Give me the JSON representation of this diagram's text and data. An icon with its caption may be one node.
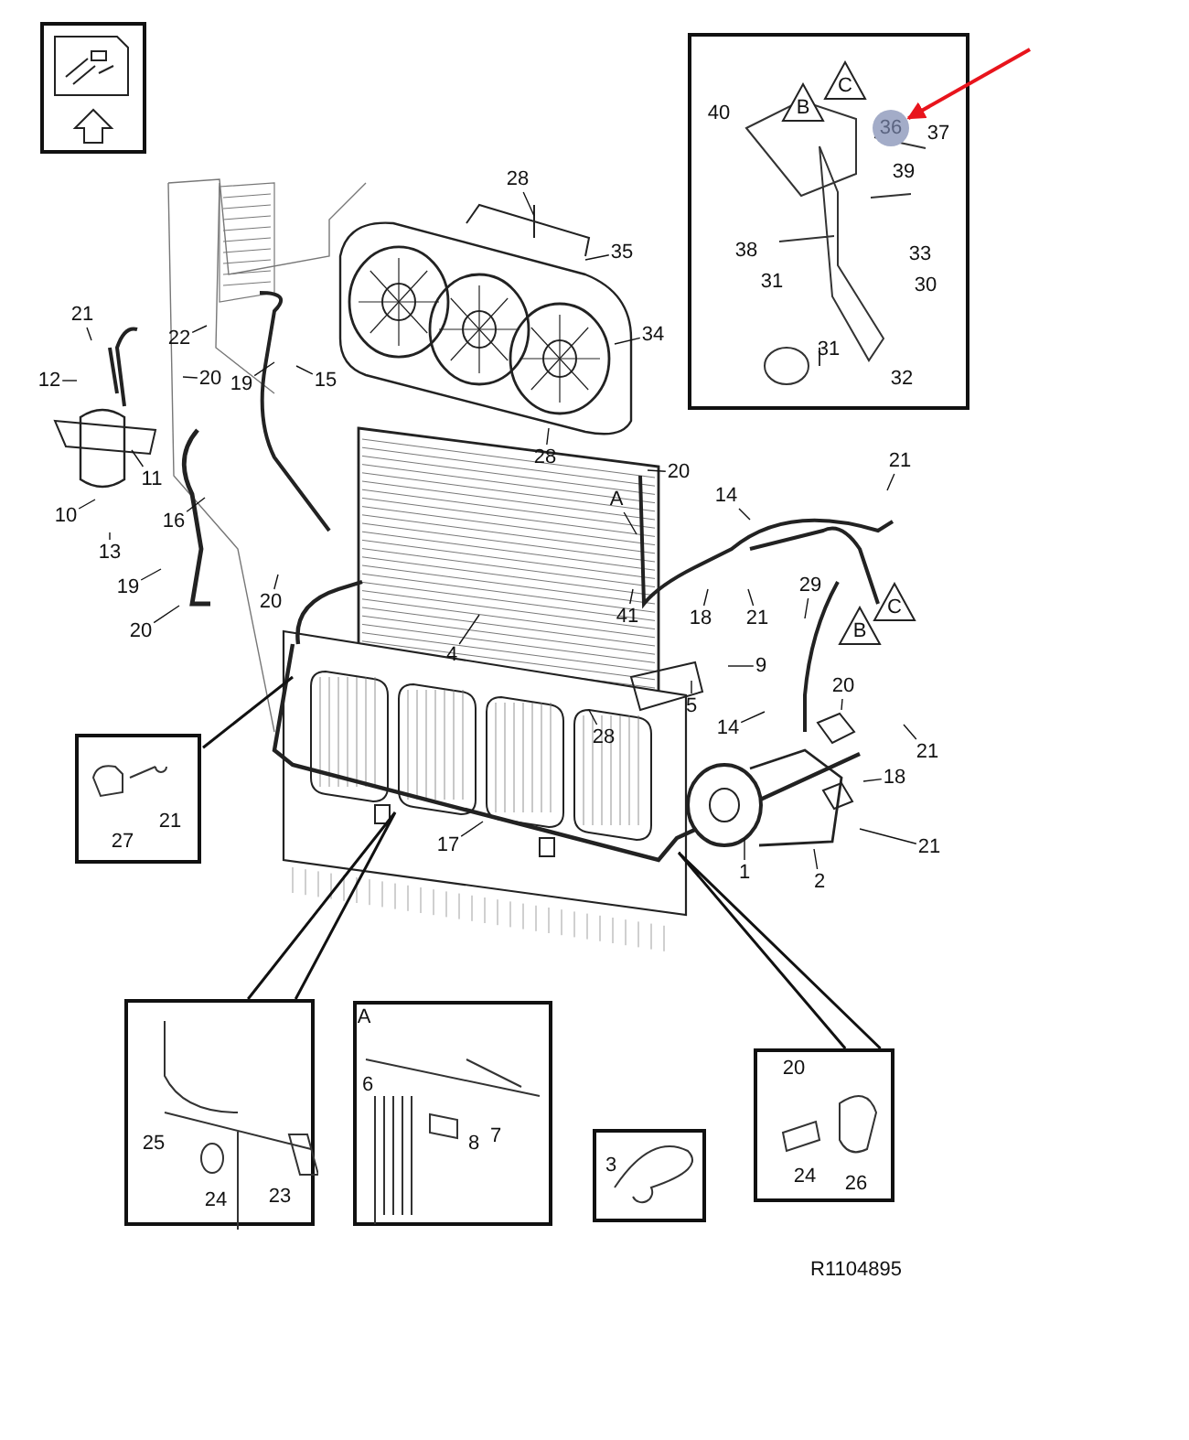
{
  "diagram": {
    "nodes": [
      {
        "text": [],
        "shape": "picture"
      },
      {
        "text": [
          "40",
          "37",
          "39",
          "38",
          "33",
          "31",
          "30",
          "31",
          "32"
        ]
      },
      {
        "text": [
          "B"
        ],
        "in": 1
      },
      {
        "text": [
          "C"
        ],
        "in": 1
      },
      {
        "text": [
          "36"
        ],
        "in": 1
      },
      {
        "text": [
          "21",
          "27"
        ]
      },
      {
        "text": [
          "25",
          "24",
          "23"
        ]
      },
      {
        "text": [
          "A",
          "6",
          "8",
          "7"
        ]
      },
      {
        "text": [
          "3"
        ]
      },
      {
        "text": [
          "20",
          "24",
          "26"
        ]
      },
      {
        "text": [
          "C"
        ]
      },
      {
        "text": [
          "B"
        ]
      },
      {
        "text": [
          "28"
        ]
      },
      {
        "text": [
          "35"
        ]
      },
      {
        "text": [
          "21"
        ]
      },
      {
        "text": [
          "34"
        ]
      },
      {
        "text": [
          "22"
        ]
      },
      {
        "text": [
          "15"
        ]
      },
      {
        "text": [
          "20"
        ]
      },
      {
        "text": [
          "19"
        ]
      },
      {
        "text": [
          "12"
        ]
      },
      {
        "text": [
          "11"
        ]
      },
      {
        "text": [
          "28"
        ]
      },
      {
        "text": [
          "21"
        ]
      },
      {
        "text": [
          "20"
        ]
      },
      {
        "text": [
          "14"
        ]
      },
      {
        "text": [
          "A"
        ]
      },
      {
        "text": [
          "10"
        ]
      },
      {
        "text": [
          "16"
        ]
      },
      {
        "text": [
          "13"
        ]
      },
      {
        "text": [
          "29"
        ]
      },
      {
        "text": [
          "19"
        ]
      },
      {
        "text": [
          "20"
        ]
      },
      {
        "text": [
          "41"
        ]
      },
      {
        "text": [
          "18"
        ]
      },
      {
        "text": [
          "21"
        ]
      },
      {
        "text": [
          "20"
        ]
      },
      {
        "text": [
          "4"
        ]
      },
      {
        "text": [
          "9"
        ]
      },
      {
        "text": [
          "20"
        ]
      },
      {
        "text": [
          "5"
        ]
      },
      {
        "text": [
          "14"
        ]
      },
      {
        "text": [
          "28"
        ]
      },
      {
        "text": [
          "21"
        ]
      },
      {
        "text": [
          "18"
        ]
      },
      {
        "text": [
          "17"
        ]
      },
      {
        "text": [
          "21"
        ]
      },
      {
        "text": [
          "1"
        ]
      },
      {
        "text": [
          "2"
        ]
      }
    ],
    "edges": [
      {
        "from": null,
        "to": 4,
        "arrow": "to",
        "color": "#e8141c"
      },
      {
        "from": 5,
        "to": null,
        "arrow": "none"
      },
      {
        "from": 6,
        "to": null,
        "arrow": "none"
      },
      {
        "from": 9,
        "to": null,
        "arrow": "none"
      },
      {
        "from": 12,
        "to": null,
        "arrow": "none"
      },
      {
        "from": 13,
        "to": null,
        "arrow": "none"
      },
      {
        "from": 14,
        "to": null,
        "arrow": "none"
      },
      {
        "from": 15,
        "to": null,
        "arrow": "none"
      },
      {
        "from": 16,
        "to": null,
        "arrow": "none"
      },
      {
        "from": 17,
        "to": null,
        "arrow": "none"
      },
      {
        "from": 18,
        "to": null,
        "arrow": "none"
      },
      {
        "from": 19,
        "to": null,
        "arrow": "none"
      },
      {
        "from": 20,
        "to": null,
        "arrow": "none"
      },
      {
        "from": 21,
        "to": null,
        "arrow": "none"
      },
      {
        "from": 22,
        "to": null,
        "arrow": "none"
      },
      {
        "from": 23,
        "to": null,
        "arrow": "none"
      },
      {
        "from": 24,
        "to": null,
        "arrow": "none"
      },
      {
        "from": 25,
        "to": null,
        "arrow": "none"
      },
      {
        "from": 26,
        "to": null,
        "arrow": "none"
      },
      {
        "from": 27,
        "to": null,
        "arrow": "none"
      },
      {
        "from": 28,
        "to": null,
        "arrow": "none"
      },
      {
        "from": 29,
        "to": null,
        "arrow": "none"
      },
      {
        "from": 30,
        "to": null,
        "arrow": "none"
      },
      {
        "from": 31,
        "to": null,
        "arrow": "none"
      },
      {
        "from": 32,
        "to": null,
        "arrow": "none"
      },
      {
        "from": 33,
        "to": null,
        "arrow": "none"
      },
      {
        "from": 34,
        "to": null,
        "arrow": "none"
      },
      {
        "from": 35,
        "to": null,
        "arrow": "none"
      },
      {
        "from": 36,
        "to": null,
        "arrow": "none"
      },
      {
        "from": 37,
        "to": null,
        "arrow": "none"
      },
      {
        "from": 38,
        "to": null,
        "arrow": "none"
      },
      {
        "from": 39,
        "to": null,
        "arrow": "none"
      },
      {
        "from": 40,
        "to": null,
        "arrow": "none"
      },
      {
        "from": 41,
        "to": null,
        "arrow": "none"
      },
      {
        "from": 42,
        "to": null,
        "arrow": "none"
      },
      {
        "from": 43,
        "to": null,
        "arrow": "none"
      },
      {
        "from": 44,
        "to": null,
        "arrow": "none"
      },
      {
        "from": 45,
        "to": null,
        "arrow": "none"
      },
      {
        "from": 46,
        "to": null,
        "arrow": "none"
      },
      {
        "from": 47,
        "to": null,
        "arrow": "none"
      },
      {
        "from": 48,
        "to": null,
        "arrow": "none"
      }
    ],
    "labels": [
      "R1104895"
    ]
  }
}
